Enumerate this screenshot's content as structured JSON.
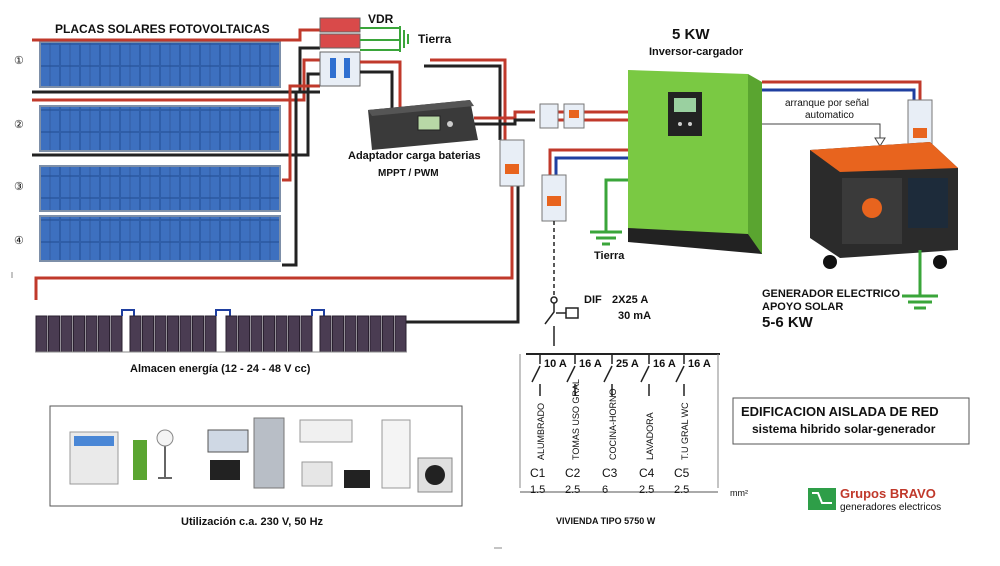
{
  "panels": {
    "title": "PLACAS SOLARES FOTOVOLTAICAS",
    "numbers": [
      "①",
      "②",
      "③",
      "④"
    ]
  },
  "vdr": "VDR",
  "earth_top": "Tierra",
  "adapter": {
    "title": "Adaptador carga baterias",
    "subtitle": "MPPT / PWM"
  },
  "inverter": {
    "power": "5 KW",
    "name": "Inversor-cargador"
  },
  "earth_inverter": "Tierra",
  "auto_start": {
    "line1": "arranque por señal",
    "line2": "automatico"
  },
  "generator": {
    "line1": "GENERADOR ELECTRICO",
    "line2": "APOYO SOLAR",
    "power": "5-6 KW"
  },
  "storage_label": "Almacen energía (12 - 24  - 48 V cc)",
  "dif": {
    "label": "DIF",
    "rating": "2X25 A",
    "sensitivity": "30 mA"
  },
  "circuits": [
    {
      "amps": "10 A",
      "name": "ALUMBRADO",
      "id": "C1",
      "section": "1.5"
    },
    {
      "amps": "16 A",
      "name": "TOMAS USO GRAL",
      "id": "C2",
      "section": "2.5"
    },
    {
      "amps": "25 A",
      "name": "COCINA-HORNO",
      "id": "C3",
      "section": "6"
    },
    {
      "amps": "16 A",
      "name": "LAVADORA",
      "id": "C4",
      "section": "2.5"
    },
    {
      "amps": "16 A",
      "name": "T.U GRAL WC",
      "id": "C5",
      "section": "2.5"
    }
  ],
  "mm_unit": "mm²",
  "dwelling": "VIVIENDA TIPO  5750 W",
  "usage": "Utilización c.a. 230 V, 50 Hz",
  "box": {
    "title": "EDIFICACION AISLADA DE RED",
    "subtitle": "sistema hibrido solar-generador"
  },
  "brand": {
    "name": "Grupos BRAVO",
    "tagline": "generadores electricos"
  },
  "colors": {
    "panel": "#2f5ea8",
    "inverter": "#7ac943",
    "battery": "#4a3c52",
    "wire_red": "#c0392b",
    "wire_blue": "#1f3fa0",
    "wire_green": "#3aa53a",
    "generator": "#e8641e",
    "brand": "#c0392b",
    "brand_icon": "#2e9e48"
  }
}
